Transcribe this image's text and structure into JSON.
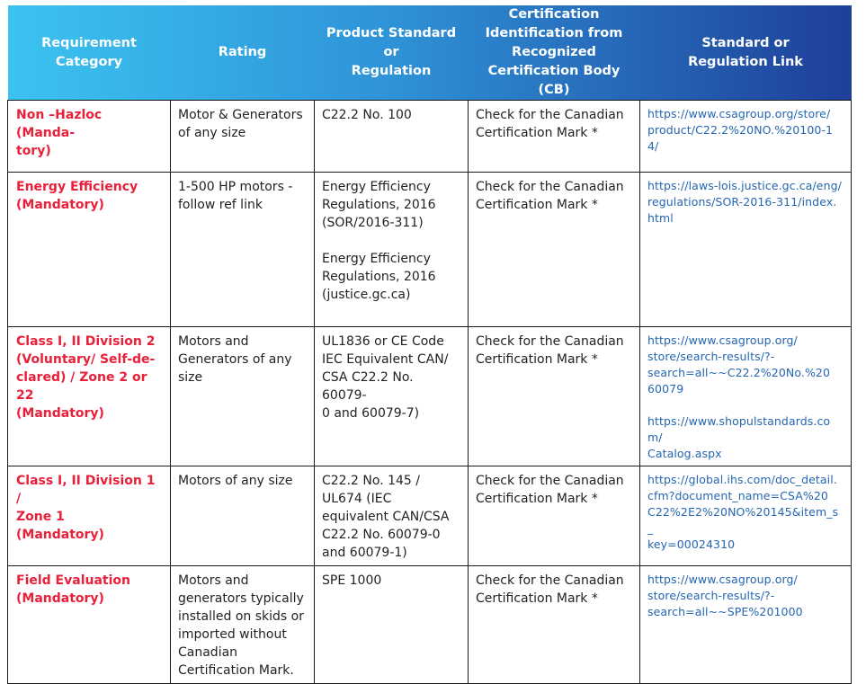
{
  "colors": {
    "header_left": "#3bc3f0",
    "header_mid": "#2f93d8",
    "header_right": "#1e3f98",
    "category_text": "#e8203a",
    "link_text": "#2566b0",
    "border": "#1a1a1a"
  },
  "header": {
    "col1": [
      "Requirement",
      "Category"
    ],
    "col2": [
      "Rating"
    ],
    "col3": [
      "Product Standard or",
      "Regulation"
    ],
    "col4": [
      "Certification",
      "Identification from",
      "Recognized",
      "Certification Body (CB)"
    ],
    "col5": [
      "Standard or",
      "Regulation Link"
    ]
  },
  "rows": [
    {
      "category": [
        "Non –Hazloc (Manda-",
        "tory)"
      ],
      "rating": [
        "Motor & Generators",
        "of any size"
      ],
      "standard": [
        "C22.2 No. 100"
      ],
      "cert": [
        "Check for the Canadian",
        "Certification Mark *"
      ],
      "link": [
        "https://www.csagroup.org/store/",
        "product/C22.2%20NO.%20100-14/"
      ]
    },
    {
      "category": [
        "Energy Efficiency",
        "(Mandatory)"
      ],
      "rating": [
        "1-500 HP motors -",
        "follow ref link"
      ],
      "standard_a": [
        "Energy Efficiency",
        "Regulations, 2016",
        "(SOR/2016-311)"
      ],
      "standard_b": [
        "Energy Efficiency",
        "Regulations, 2016",
        "(justice.gc.ca)"
      ],
      "cert": [
        "Check for the Canadian",
        "Certification Mark *"
      ],
      "link": [
        "https://laws-lois.justice.gc.ca/eng/",
        "regulations/SOR-2016-311/index.",
        "html"
      ]
    },
    {
      "category": [
        "Class I, II Division 2",
        "(Voluntary/ Self-de-",
        "clared) / Zone 2 or 22",
        "(Mandatory)"
      ],
      "rating": [
        "Motors and",
        "Generators of any",
        "size"
      ],
      "standard": [
        "UL1836 or CE Code",
        "IEC Equivalent CAN/",
        "CSA C22.2 No. 60079-",
        "0 and 60079-7)"
      ],
      "cert": [
        "Check for the Canadian",
        "Certification Mark *"
      ],
      "link_a": [
        "https://www.csagroup.org/",
        "store/search-results/?-",
        "search=all~~C22.2%20No.%20",
        "60079"
      ],
      "link_b": [
        "https://www.shopulstandards.com/",
        "Catalog.aspx"
      ]
    },
    {
      "category": [
        "Class I, II  Division 1 /",
        "Zone 1",
        "(Mandatory)"
      ],
      "rating": [
        "Motors of any size"
      ],
      "standard": [
        "C22.2 No. 145 /",
        "UL674 (IEC",
        "equivalent CAN/CSA",
        "C22.2 No. 60079-0",
        "and 60079-1)"
      ],
      "cert": [
        "Check for the Canadian",
        "Certification Mark *"
      ],
      "link": [
        "https://global.ihs.com/doc_detail.",
        "cfm?document_name=CSA%20",
        "C22%2E2%20NO%20145&item_s_",
        "key=00024310"
      ]
    },
    {
      "category": [
        "Field Evaluation",
        "(Mandatory)"
      ],
      "rating": [
        "Motors and",
        "generators typically",
        "installed on skids or",
        "imported without",
        "Canadian",
        "Certification Mark."
      ],
      "standard": [
        "SPE 1000"
      ],
      "cert": [
        "Check for the Canadian",
        "Certification Mark *"
      ],
      "link": [
        "https://www.csagroup.org/",
        "store/search-results/?-",
        "search=all~~SPE%201000"
      ]
    }
  ]
}
